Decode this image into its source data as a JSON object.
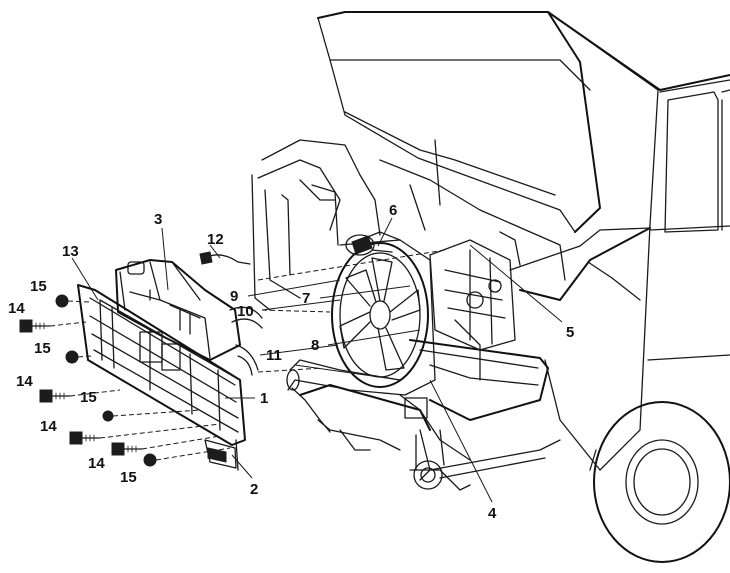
{
  "callouts": [
    {
      "id": "1",
      "label": "1"
    },
    {
      "id": "2",
      "label": "2"
    },
    {
      "id": "3",
      "label": "3"
    },
    {
      "id": "4",
      "label": "4"
    },
    {
      "id": "5",
      "label": "5"
    },
    {
      "id": "6",
      "label": "6"
    },
    {
      "id": "7",
      "label": "7"
    },
    {
      "id": "8",
      "label": "8"
    },
    {
      "id": "9",
      "label": "9"
    },
    {
      "id": "10",
      "label": "10"
    },
    {
      "id": "11",
      "label": "11"
    },
    {
      "id": "12",
      "label": "12"
    },
    {
      "id": "13",
      "label": "13"
    },
    {
      "id": "14a",
      "label": "14"
    },
    {
      "id": "14b",
      "label": "14"
    },
    {
      "id": "14c",
      "label": "14"
    },
    {
      "id": "14d",
      "label": "14"
    },
    {
      "id": "15a",
      "label": "15"
    },
    {
      "id": "15b",
      "label": "15"
    },
    {
      "id": "15c",
      "label": "15"
    },
    {
      "id": "15d",
      "label": "15"
    }
  ]
}
